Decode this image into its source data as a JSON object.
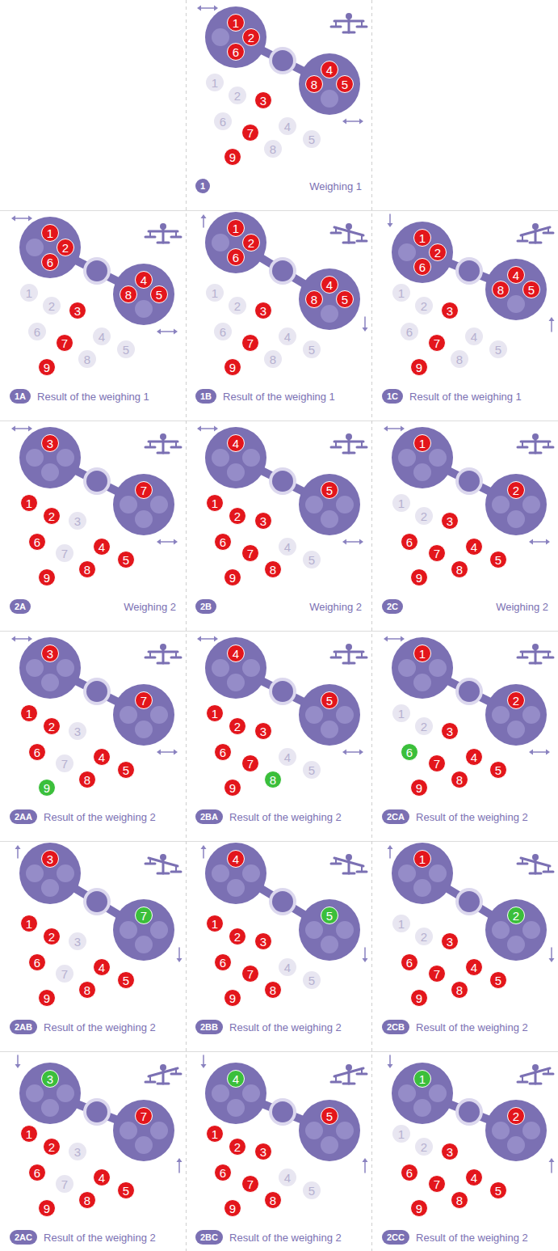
{
  "diagram": {
    "nodes": [
      {
        "text": [
          "1"
        ]
      },
      {
        "text": [
          "2"
        ]
      },
      {
        "text": [
          "6"
        ]
      },
      {
        "text": [
          "4"
        ]
      },
      {
        "text": [
          "5"
        ]
      },
      {
        "text": [
          "8"
        ]
      },
      {
        "text": [
          "1"
        ]
      },
      {
        "text": [
          "2"
        ]
      },
      {
        "text": [
          "3"
        ]
      },
      {
        "text": [
          "4"
        ]
      },
      {
        "text": [
          "5"
        ]
      },
      {
        "text": [
          "6"
        ]
      },
      {
        "text": [
          "7"
        ]
      },
      {
        "text": [
          "8"
        ]
      },
      {
        "text": [
          "9"
        ]
      },
      {
        "text": [
          "1",
          "Weighing 1"
        ]
      },
      {
        "text": [
          "1"
        ]
      },
      {
        "text": [
          "2"
        ]
      },
      {
        "text": [
          "6"
        ]
      },
      {
        "text": [
          "4"
        ]
      },
      {
        "text": [
          "5"
        ]
      },
      {
        "text": [
          "8"
        ]
      },
      {
        "text": [
          "1"
        ]
      },
      {
        "text": [
          "2"
        ]
      },
      {
        "text": [
          "3"
        ]
      },
      {
        "text": [
          "4"
        ]
      },
      {
        "text": [
          "5"
        ]
      },
      {
        "text": [
          "6"
        ]
      },
      {
        "text": [
          "7"
        ]
      },
      {
        "text": [
          "8"
        ]
      },
      {
        "text": [
          "9"
        ]
      },
      {
        "text": [
          "1A",
          "Result of the weighing 1"
        ]
      },
      {
        "text": [
          "1"
        ]
      },
      {
        "text": [
          "2"
        ]
      },
      {
        "text": [
          "6"
        ]
      },
      {
        "text": [
          "4"
        ]
      },
      {
        "text": [
          "5"
        ]
      },
      {
        "text": [
          "8"
        ]
      },
      {
        "text": [
          "1"
        ]
      },
      {
        "text": [
          "2"
        ]
      },
      {
        "text": [
          "3"
        ]
      },
      {
        "text": [
          "4"
        ]
      },
      {
        "text": [
          "5"
        ]
      },
      {
        "text": [
          "6"
        ]
      },
      {
        "text": [
          "7"
        ]
      },
      {
        "text": [
          "8"
        ]
      },
      {
        "text": [
          "9"
        ]
      },
      {
        "text": [
          "1B",
          "Result of the weighing 1"
        ]
      },
      {
        "text": [
          "1"
        ]
      },
      {
        "text": [
          "2"
        ]
      },
      {
        "text": [
          "6"
        ]
      },
      {
        "text": [
          "4"
        ]
      },
      {
        "text": [
          "5"
        ]
      },
      {
        "text": [
          "8"
        ]
      },
      {
        "text": [
          "1"
        ]
      },
      {
        "text": [
          "2"
        ]
      },
      {
        "text": [
          "3"
        ]
      },
      {
        "text": [
          "4"
        ]
      },
      {
        "text": [
          "5"
        ]
      },
      {
        "text": [
          "6"
        ]
      },
      {
        "text": [
          "7"
        ]
      },
      {
        "text": [
          "8"
        ]
      },
      {
        "text": [
          "9"
        ]
      },
      {
        "text": [
          "1C",
          "Result of the weighing 1"
        ]
      },
      {
        "text": [
          "3"
        ]
      },
      {
        "text": [
          "7"
        ]
      },
      {
        "text": [
          "1"
        ]
      },
      {
        "text": [
          "2"
        ]
      },
      {
        "text": [
          "3"
        ]
      },
      {
        "text": [
          "4"
        ]
      },
      {
        "text": [
          "5"
        ]
      },
      {
        "text": [
          "6"
        ]
      },
      {
        "text": [
          "7"
        ]
      },
      {
        "text": [
          "8"
        ]
      },
      {
        "text": [
          "9"
        ]
      },
      {
        "text": [
          "2A",
          "Weighing 2"
        ]
      },
      {
        "text": [
          "4"
        ]
      },
      {
        "text": [
          "5"
        ]
      },
      {
        "text": [
          "1"
        ]
      },
      {
        "text": [
          "2"
        ]
      },
      {
        "text": [
          "3"
        ]
      },
      {
        "text": [
          "4"
        ]
      },
      {
        "text": [
          "5"
        ]
      },
      {
        "text": [
          "6"
        ]
      },
      {
        "text": [
          "7"
        ]
      },
      {
        "text": [
          "8"
        ]
      },
      {
        "text": [
          "9"
        ]
      },
      {
        "text": [
          "2B",
          "Weighing 2"
        ]
      },
      {
        "text": [
          "1"
        ]
      },
      {
        "text": [
          "2"
        ]
      },
      {
        "text": [
          "1"
        ]
      },
      {
        "text": [
          "2"
        ]
      },
      {
        "text": [
          "3"
        ]
      },
      {
        "text": [
          "4"
        ]
      },
      {
        "text": [
          "5"
        ]
      },
      {
        "text": [
          "6"
        ]
      },
      {
        "text": [
          "7"
        ]
      },
      {
        "text": [
          "8"
        ]
      },
      {
        "text": [
          "9"
        ]
      },
      {
        "text": [
          "2C",
          "Weighing 2"
        ]
      },
      {
        "text": [
          "3"
        ]
      },
      {
        "text": [
          "7"
        ]
      },
      {
        "text": [
          "1"
        ]
      },
      {
        "text": [
          "2"
        ]
      },
      {
        "text": [
          "3"
        ]
      },
      {
        "text": [
          "4"
        ]
      },
      {
        "text": [
          "5"
        ]
      },
      {
        "text": [
          "6"
        ]
      },
      {
        "text": [
          "7"
        ]
      },
      {
        "text": [
          "8"
        ]
      },
      {
        "text": [
          "9"
        ]
      },
      {
        "text": [
          "2AA",
          "Result of the weighing 2"
        ]
      },
      {
        "text": [
          "4"
        ]
      },
      {
        "text": [
          "5"
        ]
      },
      {
        "text": [
          "1"
        ]
      },
      {
        "text": [
          "2"
        ]
      },
      {
        "text": [
          "3"
        ]
      },
      {
        "text": [
          "4"
        ]
      },
      {
        "text": [
          "5"
        ]
      },
      {
        "text": [
          "6"
        ]
      },
      {
        "text": [
          "7"
        ]
      },
      {
        "text": [
          "8"
        ]
      },
      {
        "text": [
          "9"
        ]
      },
      {
        "text": [
          "2BA",
          "Result of the weighing 2"
        ]
      },
      {
        "text": [
          "1"
        ]
      },
      {
        "text": [
          "2"
        ]
      },
      {
        "text": [
          "1"
        ]
      },
      {
        "text": [
          "2"
        ]
      },
      {
        "text": [
          "3"
        ]
      },
      {
        "text": [
          "4"
        ]
      },
      {
        "text": [
          "5"
        ]
      },
      {
        "text": [
          "6"
        ]
      },
      {
        "text": [
          "7"
        ]
      },
      {
        "text": [
          "8"
        ]
      },
      {
        "text": [
          "9"
        ]
      },
      {
        "text": [
          "2CA",
          "Result of the weighing 2"
        ]
      },
      {
        "text": [
          "3"
        ]
      },
      {
        "text": [
          "7"
        ]
      },
      {
        "text": [
          "1"
        ]
      },
      {
        "text": [
          "2"
        ]
      },
      {
        "text": [
          "3"
        ]
      },
      {
        "text": [
          "4"
        ]
      },
      {
        "text": [
          "5"
        ]
      },
      {
        "text": [
          "6"
        ]
      },
      {
        "text": [
          "7"
        ]
      },
      {
        "text": [
          "8"
        ]
      },
      {
        "text": [
          "9"
        ]
      },
      {
        "text": [
          "2AB",
          "Result of the weighing 2"
        ]
      },
      {
        "text": [
          "4"
        ]
      },
      {
        "text": [
          "5"
        ]
      },
      {
        "text": [
          "1"
        ]
      },
      {
        "text": [
          "2"
        ]
      },
      {
        "text": [
          "3"
        ]
      },
      {
        "text": [
          "4"
        ]
      },
      {
        "text": [
          "5"
        ]
      },
      {
        "text": [
          "6"
        ]
      },
      {
        "text": [
          "7"
        ]
      },
      {
        "text": [
          "8"
        ]
      },
      {
        "text": [
          "9"
        ]
      },
      {
        "text": [
          "2BB",
          "Result of the weighing 2"
        ]
      },
      {
        "text": [
          "1"
        ]
      },
      {
        "text": [
          "2"
        ]
      },
      {
        "text": [
          "1"
        ]
      },
      {
        "text": [
          "2"
        ]
      },
      {
        "text": [
          "3"
        ]
      },
      {
        "text": [
          "4"
        ]
      },
      {
        "text": [
          "5"
        ]
      },
      {
        "text": [
          "6"
        ]
      },
      {
        "text": [
          "7"
        ]
      },
      {
        "text": [
          "8"
        ]
      },
      {
        "text": [
          "9"
        ]
      },
      {
        "text": [
          "2CB",
          "Result of the weighing 2"
        ]
      },
      {
        "text": [
          "3"
        ]
      },
      {
        "text": [
          "7"
        ]
      },
      {
        "text": [
          "1"
        ]
      },
      {
        "text": [
          "2"
        ]
      },
      {
        "text": [
          "3"
        ]
      },
      {
        "text": [
          "4"
        ]
      },
      {
        "text": [
          "5"
        ]
      },
      {
        "text": [
          "6"
        ]
      },
      {
        "text": [
          "7"
        ]
      },
      {
        "text": [
          "8"
        ]
      },
      {
        "text": [
          "9"
        ]
      },
      {
        "text": [
          "2AC",
          "Result of the weighing 2"
        ]
      },
      {
        "text": [
          "4"
        ]
      },
      {
        "text": [
          "5"
        ]
      },
      {
        "text": [
          "1"
        ]
      },
      {
        "text": [
          "2"
        ]
      },
      {
        "text": [
          "3"
        ]
      },
      {
        "text": [
          "4"
        ]
      },
      {
        "text": [
          "5"
        ]
      },
      {
        "text": [
          "6"
        ]
      },
      {
        "text": [
          "7"
        ]
      },
      {
        "text": [
          "8"
        ]
      },
      {
        "text": [
          "9"
        ]
      },
      {
        "text": [
          "2BC",
          "Result of the weighing 2"
        ]
      },
      {
        "text": [
          "1"
        ]
      },
      {
        "text": [
          "2"
        ]
      },
      {
        "text": [
          "1"
        ]
      },
      {
        "text": [
          "2"
        ]
      },
      {
        "text": [
          "3"
        ]
      },
      {
        "text": [
          "4"
        ]
      },
      {
        "text": [
          "5"
        ]
      },
      {
        "text": [
          "6"
        ]
      },
      {
        "text": [
          "7"
        ]
      },
      {
        "text": [
          "8"
        ]
      },
      {
        "text": [
          "9"
        ]
      },
      {
        "text": [
          "2CC",
          "Result of the weighing 2"
        ]
      }
    ]
  }
}
